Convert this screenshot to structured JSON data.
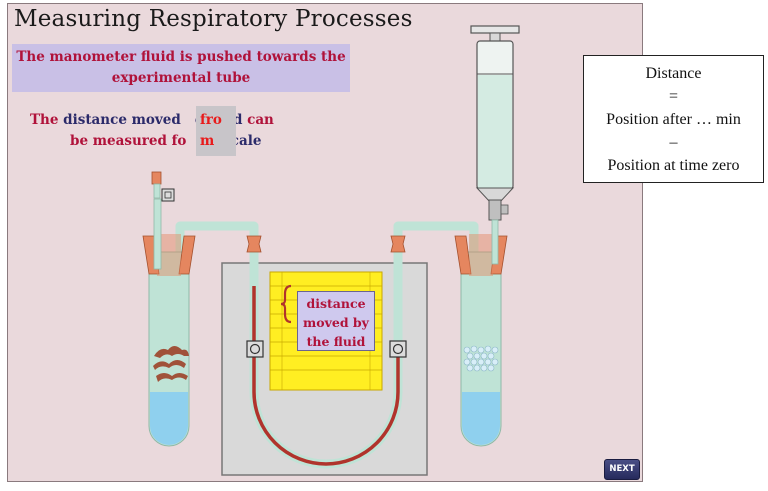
{
  "slide": {
    "title": "Measuring Respiratory Processes",
    "banner_line1": "The manometer fluid is pushed towards the",
    "banner_line2": "experimental tube",
    "desc": {
      "l1_a": "The",
      "l1_b": " distance moved ",
      "l1_c": "  e fluid ",
      "l1_d": "can",
      "l2_a": "be measured fo",
      "l2_b": "     e scale"
    },
    "mask_line1": "fro",
    "mask_line2": "m",
    "measure_label": {
      "line1": "distance",
      "line2": "moved by",
      "line3": "the fluid"
    },
    "next_button": "NEXT"
  },
  "formula": {
    "line1": "Distance",
    "line2": "=",
    "line3": "Position after … min",
    "line4": "–",
    "line5": "Position at time zero"
  },
  "colors": {
    "slide_bg": "#ead9dc",
    "banner_bg": "#c9c0e6",
    "banner_text": "#b0123a",
    "desc_blue": "#2b2a6a",
    "mask_text": "#e81b1b",
    "ruler": "#ffee22",
    "manometer_fluid": "#b0342c",
    "tube_glass": "#bfe3d6",
    "tube_liquid": "#8fd0ee",
    "stopper": "#e5865f"
  },
  "icons": {
    "left_tube_contents": "organism-icon",
    "right_tube_contents": "granules-icon",
    "syringe": "syringe-icon"
  }
}
